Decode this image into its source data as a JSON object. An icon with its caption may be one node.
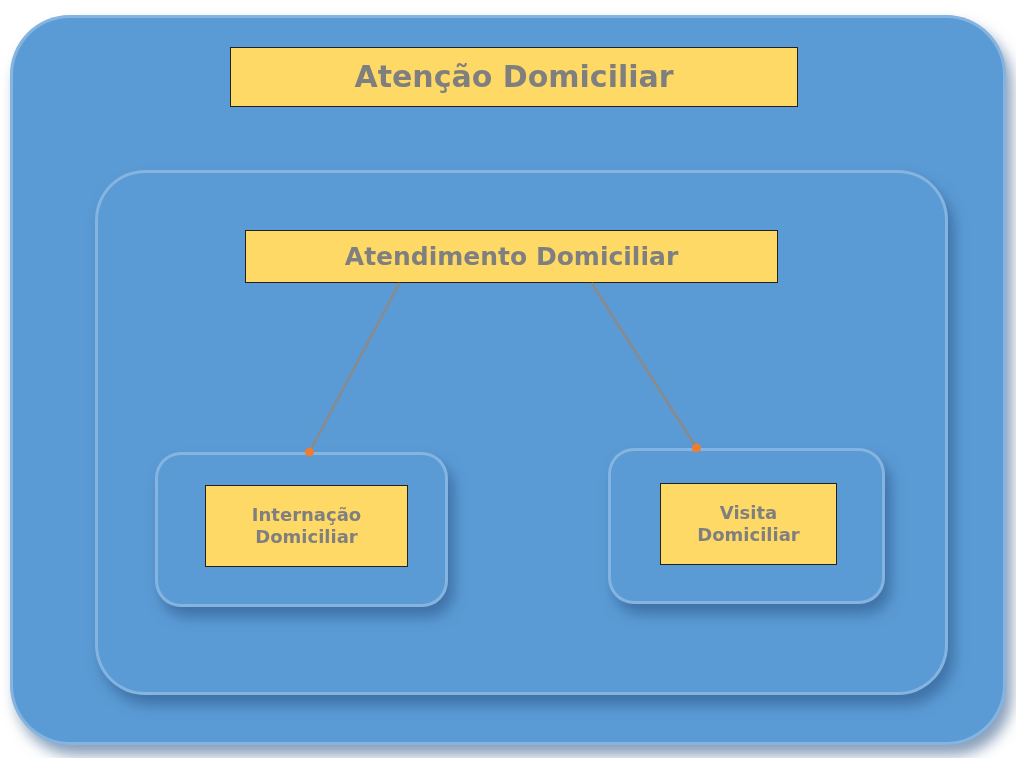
{
  "diagram": {
    "nodes": [
      {
        "text": [],
        "shape": "box"
      },
      {
        "text": [
          "Atenção Domiciliar"
        ],
        "in": 0
      },
      {
        "text": [],
        "shape": "box",
        "in": 0
      },
      {
        "text": [
          "Atendimento Domiciliar"
        ],
        "in": 2
      },
      {
        "text": [],
        "shape": "box",
        "in": 2
      },
      {
        "text": [
          "Internação Domiciliar"
        ],
        "in": 4
      },
      {
        "text": [],
        "shape": "box",
        "in": 2
      },
      {
        "text": [
          "Visita Domiciliar"
        ],
        "in": 6
      }
    ],
    "edges": [
      {
        "from": 3,
        "to": 4,
        "arrow": "other"
      },
      {
        "from": 3,
        "to": 6,
        "arrow": "other"
      }
    ]
  }
}
